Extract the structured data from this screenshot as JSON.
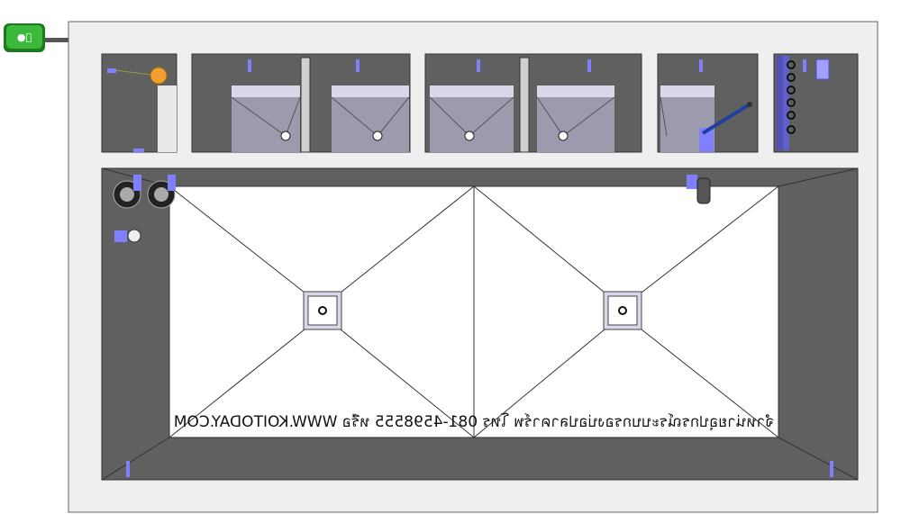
{
  "control_button": {
    "label": "●⃝",
    "icon": "power-button-icon",
    "color": "#2e9a2e"
  },
  "watermark": {
    "text": "จำหน่ายอุปกรณ์ระบบกรองบ่อปลาคาร์พ โทร 081-4598555 หรือ WWW.KOITODAY.COM",
    "mirrored": true
  },
  "colors": {
    "frame_bg": "#efefef",
    "frame_border": "#666666",
    "wall": "#606060",
    "pond_floor": "#ffffff",
    "pipe": "#8080ff",
    "lid_stripe": "#d8d8ea",
    "chamber": "#9b9bad",
    "float_ball": "#f0a030"
  },
  "chambers": {
    "count": 7,
    "icons": [
      "pipe-icon",
      "drain-icon",
      "aerator-icon",
      "float-valve-icon"
    ]
  },
  "main_pond": {
    "bottom_drains": 2
  }
}
